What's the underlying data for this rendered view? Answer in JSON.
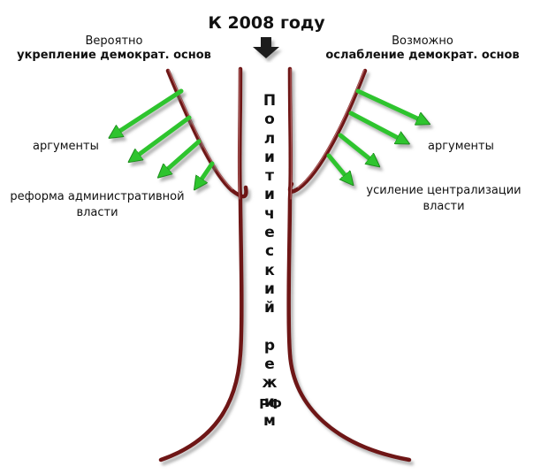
{
  "title": "К 2008 году",
  "left": {
    "line1": "Вероятно",
    "line2": "укрепление демократ. основ",
    "arguments": "аргументы",
    "example_line1": "реформа административной",
    "example_line2": "власти"
  },
  "right": {
    "line1": "Возможно",
    "line2": "ослабление демократ. основ",
    "arguments": "аргументы",
    "example_line1": "усиление централизации",
    "example_line2": "власти"
  },
  "trunk": {
    "vertical_word1": "Политический",
    "vertical_word2": "режим",
    "suffix": "РФ"
  },
  "colors": {
    "trunk": "#6e1212",
    "trunk_highlight": "#b86a6a",
    "arrow": "#2ec42e",
    "arrow_shadow": "#7a7a7a"
  },
  "icons": {
    "down_arrow": "down-arrow-icon"
  }
}
